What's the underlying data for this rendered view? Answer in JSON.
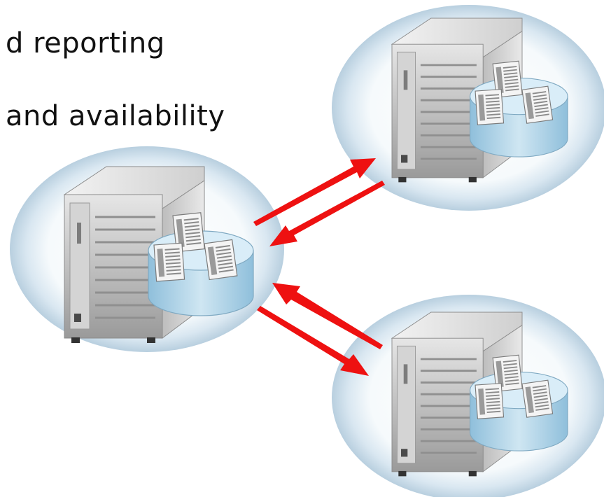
{
  "text_lines": [
    "d reporting",
    "and availability"
  ],
  "nodes": [
    {
      "id": "primary-server",
      "icon": "server-with-database-icon"
    },
    {
      "id": "secondary-server-top",
      "icon": "server-with-database-icon"
    },
    {
      "id": "secondary-server-bottom",
      "icon": "server-with-database-icon"
    }
  ],
  "connections": [
    {
      "from": "primary-server",
      "to": "secondary-server-top",
      "direction": "bidirectional"
    },
    {
      "from": "primary-server",
      "to": "secondary-server-bottom",
      "direction": "bidirectional"
    }
  ],
  "colors": {
    "arrow": "#ee1111",
    "halo_outer": "#cfe0ee",
    "halo_inner": "#f8fbfd",
    "database_top": "#d6ebf6",
    "database_side": "#a9cfe4",
    "server_body": "#d8d8d8",
    "server_front": "#bdbdbd"
  }
}
